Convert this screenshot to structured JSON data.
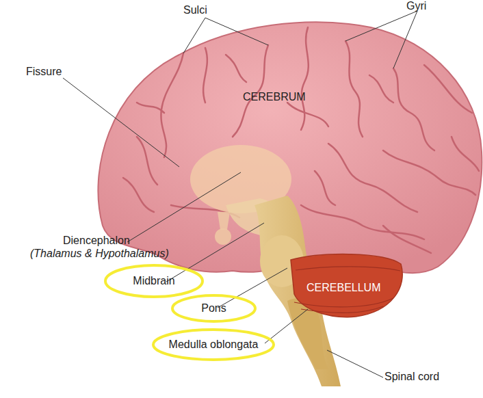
{
  "diagram": {
    "nodes": [
      {
        "text": [
          "Midbrain"
        ]
      },
      {
        "text": [
          "Pons"
        ]
      },
      {
        "text": [
          "Medulla oblongata"
        ]
      }
    ],
    "labels": [
      "Sulci",
      "Gyri",
      "Fissure",
      "CEREBRUM",
      "Diencephalon",
      "(Thalamus & Hypothalamus)",
      "CEREBELLUM",
      "Spinal cord"
    ]
  }
}
